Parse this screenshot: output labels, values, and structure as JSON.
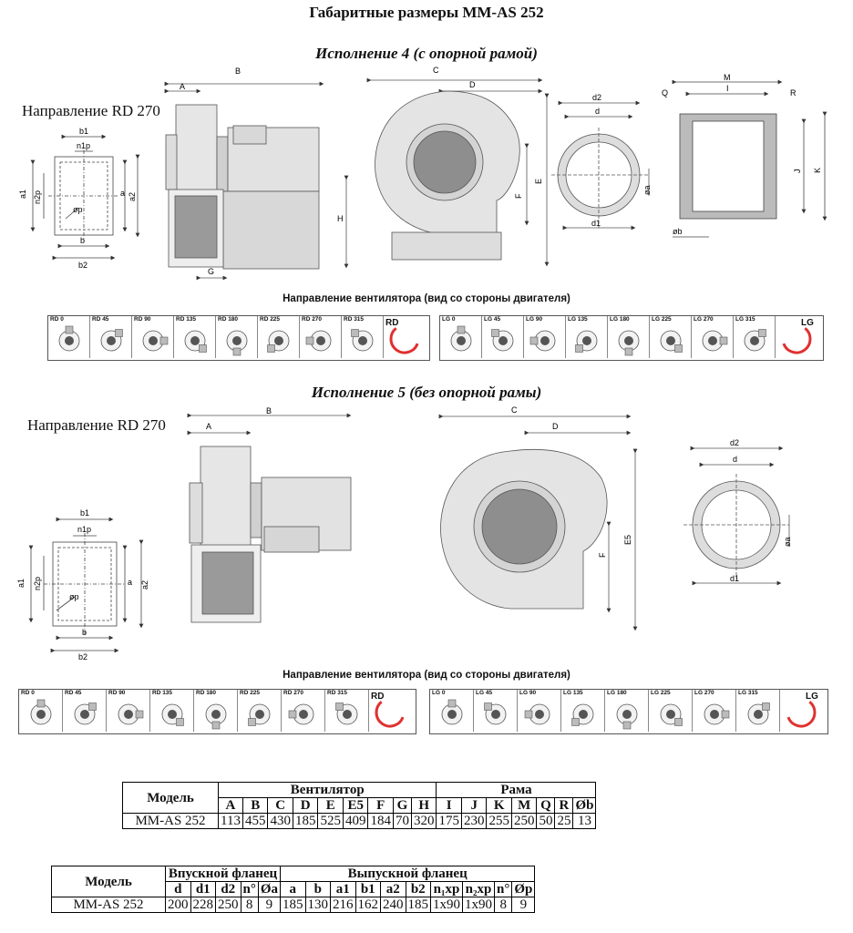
{
  "title": "Габаритные размеры MM-AS 252",
  "version4": {
    "subtitle": "Исполнение 4 (с опорной рамой)",
    "direction_label": "Направление RD 270",
    "strip_heading": "Направление вентилятора (вид со стороны двигателя)"
  },
  "version5": {
    "subtitle": "Исполнение 5 (без опорной рамы)",
    "direction_label": "Направление RD 270",
    "strip_heading": "Направление вентилятора (вид со стороны двигателя)"
  },
  "dims": {
    "A": "A",
    "B": "B",
    "C": "C",
    "D": "D",
    "E": "E",
    "E5": "E5",
    "F": "F",
    "G": "G",
    "H": "H",
    "I": "I",
    "J": "J",
    "K": "K",
    "M": "M",
    "Q": "Q",
    "R": "R",
    "ob": "øb",
    "oa": "øa",
    "d": "d",
    "d1": "d1",
    "d2": "d2",
    "a": "a",
    "a1": "a1",
    "a2": "a2",
    "b": "b",
    "b1": "b1",
    "b2": "b2",
    "n1p": "n1p",
    "n2p": "n2p",
    "op": "øp"
  },
  "directions": {
    "rd": [
      "RD 0",
      "RD 45",
      "RD 90",
      "RD 135",
      "RD 180",
      "RD 225",
      "RD 270",
      "RD 315"
    ],
    "lg": [
      "LG 0",
      "LG 45",
      "LG 90",
      "LG 135",
      "LG 180",
      "LG 225",
      "LG 270",
      "LG 315"
    ],
    "rd_symbol": "RD",
    "lg_symbol": "LG",
    "arrow_color": "#e03030"
  },
  "table1": {
    "model_header": "Модель",
    "group_fan": "Вентилятор",
    "group_frame": "Рама",
    "columns": [
      "A",
      "B",
      "C",
      "D",
      "E",
      "E5",
      "F",
      "G",
      "H",
      "I",
      "J",
      "K",
      "M",
      "Q",
      "R",
      "Øb"
    ],
    "rows": [
      {
        "model": "MM-AS 252",
        "values": [
          "113",
          "455",
          "430",
          "185",
          "525",
          "409",
          "184",
          "70",
          "320",
          "175",
          "230",
          "255",
          "250",
          "50",
          "25",
          "13"
        ]
      }
    ]
  },
  "table2": {
    "model_header": "Модель",
    "group_inlet": "Впускной фланец",
    "group_outlet": "Выпускной фланец",
    "columns": [
      "d",
      "d1",
      "d2",
      "n°",
      "Øa",
      "a",
      "b",
      "a1",
      "b1",
      "a2",
      "b2",
      "n₁xp",
      "n₂xp",
      "n°",
      "Øp"
    ],
    "rows": [
      {
        "model": "MM-AS 252",
        "values": [
          "200",
          "228",
          "250",
          "8",
          "9",
          "185",
          "130",
          "216",
          "162",
          "240",
          "185",
          "1x90",
          "1x90",
          "8",
          "9"
        ]
      }
    ]
  }
}
